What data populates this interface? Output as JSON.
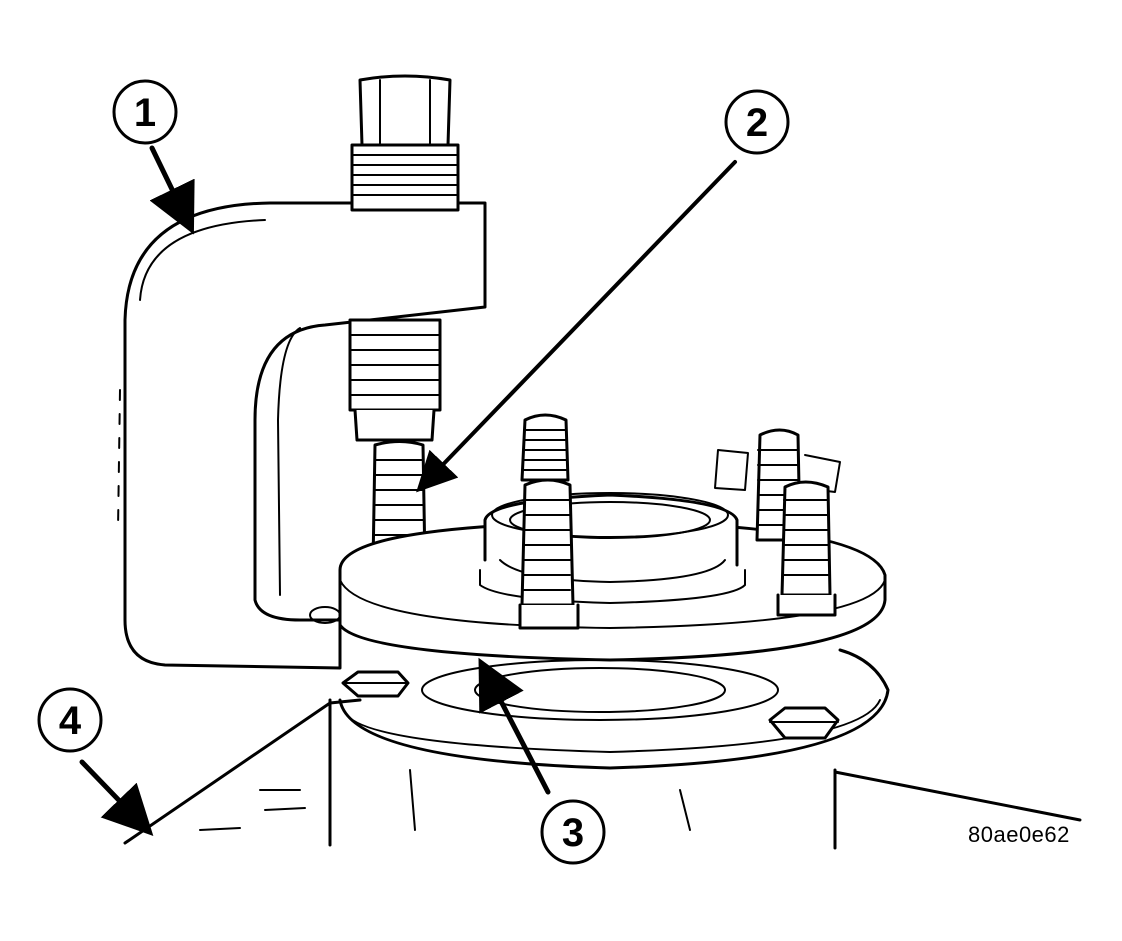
{
  "diagram": {
    "callouts": [
      {
        "id": "1",
        "label": "1"
      },
      {
        "id": "2",
        "label": "2"
      },
      {
        "id": "3",
        "label": "3"
      },
      {
        "id": "4",
        "label": "4"
      }
    ],
    "figure_code": "80ae0e62"
  },
  "colors": {
    "line": "#000000",
    "background": "#ffffff"
  }
}
